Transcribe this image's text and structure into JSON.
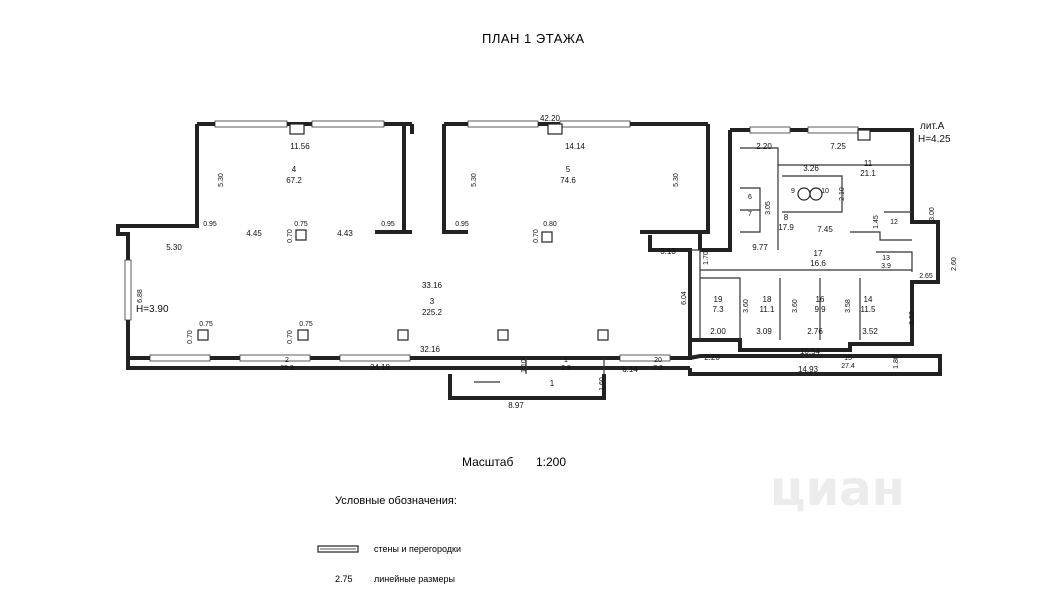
{
  "title": "ПЛАН 1 ЭТАЖА",
  "litera": "лит.А",
  "height_right": "H=4.25",
  "height_left": "H=3.90",
  "scale_label": "Масштаб",
  "scale_value": "1:200",
  "legend_title": "Условные обозначения:",
  "legend_walls": "стены и перегородки",
  "legend_dim_sample": "2.75",
  "legend_dims": "линейные размеры",
  "watermark": "циан",
  "rooms": [
    {
      "id": "r1",
      "num": "1",
      "area": ""
    },
    {
      "id": "r2",
      "num": "2",
      "area": "25.9"
    },
    {
      "id": "r3",
      "num": "3",
      "area": "225.2"
    },
    {
      "id": "r4",
      "num": "4",
      "area": "67.2"
    },
    {
      "id": "r5",
      "num": "5",
      "area": "74.6"
    },
    {
      "id": "r6",
      "num": "6",
      "area": ""
    },
    {
      "id": "r7",
      "num": "7",
      "area": ""
    },
    {
      "id": "r8",
      "num": "8",
      "area": "17.9"
    },
    {
      "id": "r9",
      "num": "9",
      "area": ""
    },
    {
      "id": "r10",
      "num": "10",
      "area": ""
    },
    {
      "id": "r11",
      "num": "11",
      "area": "21.1"
    },
    {
      "id": "r12",
      "num": "12",
      "area": ""
    },
    {
      "id": "r13",
      "num": "13",
      "area": "3.9"
    },
    {
      "id": "r14",
      "num": "14",
      "area": "11.5"
    },
    {
      "id": "r15",
      "num": "15",
      "area": "27.4"
    },
    {
      "id": "r16",
      "num": "16",
      "area": "9.9"
    },
    {
      "id": "r17",
      "num": "17",
      "area": "16.6"
    },
    {
      "id": "r18",
      "num": "18",
      "area": "11.1"
    },
    {
      "id": "r19",
      "num": "19",
      "area": "7.3"
    },
    {
      "id": "r20",
      "num": "20",
      "area": "7.3"
    },
    {
      "id": "r21",
      "num": "1",
      "area": "2.9"
    }
  ],
  "dims": [
    "42.20",
    "11.56",
    "14.14",
    "5.30",
    "5.30",
    "5.30",
    "5.30",
    "0.95",
    "0.75",
    "0.95",
    "4.45",
    "0.70",
    "4.43",
    "0.95",
    "0.80",
    "0.70",
    "33.16",
    "6.88",
    "0.75",
    "0.70",
    "0.75",
    "0.70",
    "32.16",
    "24.18",
    "1.10",
    "1.60",
    "8.97",
    "6.14",
    "2.20",
    "14.93",
    "1.80",
    "3.32",
    "10.54",
    "2.00",
    "3.09",
    "2.76",
    "3.52",
    "3.60",
    "3.60",
    "3.58",
    "6.04",
    "1.70",
    "9.77",
    "3.13",
    "2.20",
    "7.25",
    "3.26",
    "3.05",
    "2.10",
    "7.45",
    "1.45",
    "3.00",
    "2.60",
    "2.65"
  ]
}
